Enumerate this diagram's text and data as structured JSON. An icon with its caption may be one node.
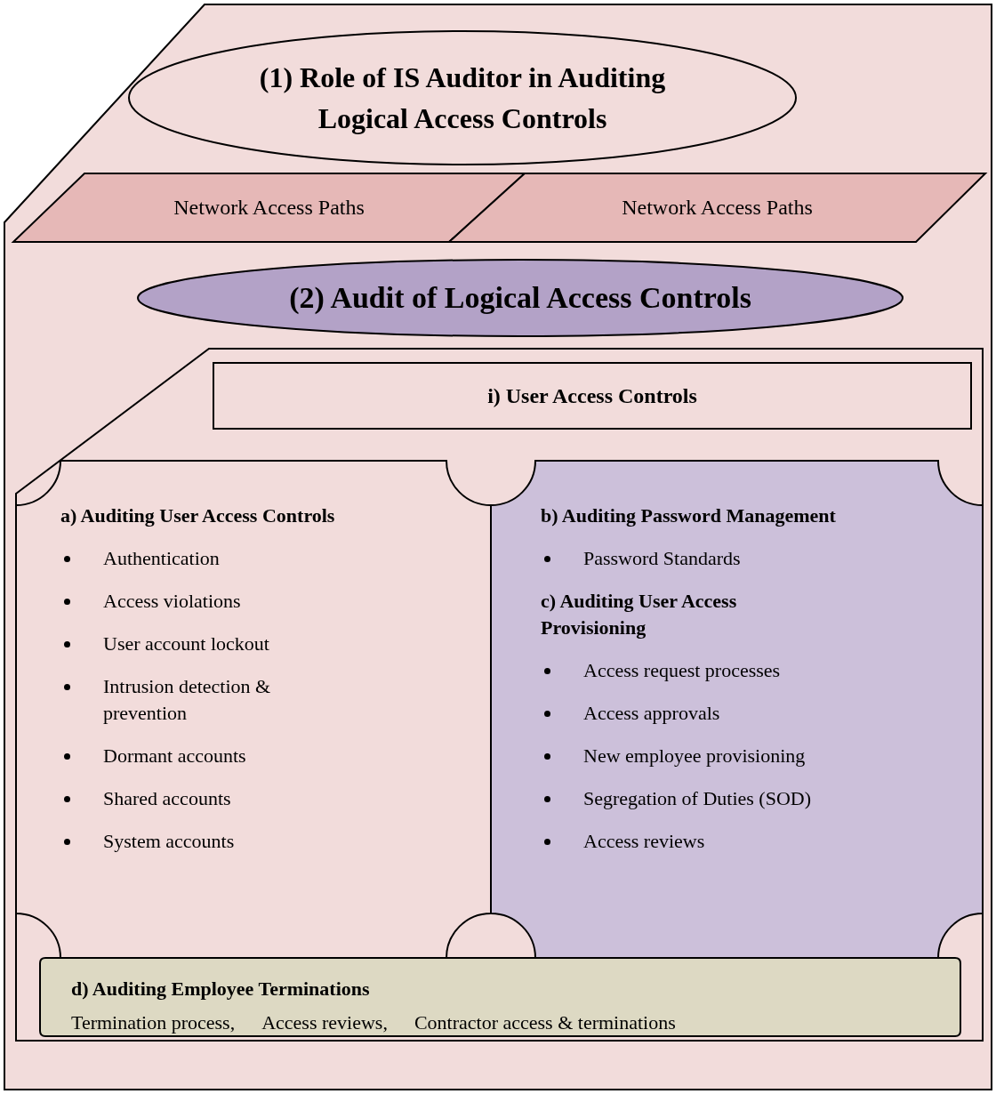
{
  "diagram": {
    "nodes": [
      {
        "text": [],
        "shape": "box"
      },
      {
        "text": [
          "(1) Role of IS Auditor in Auditing Logical Access Controls"
        ],
        "in": 0
      },
      {
        "text": [
          "Network Access Paths"
        ],
        "in": 0
      },
      {
        "text": [
          "Network Access Paths"
        ],
        "in": 0
      },
      {
        "text": [
          "(2) Audit of Logical Access Controls"
        ],
        "in": 0
      },
      {
        "text": [],
        "shape": "box",
        "in": 0
      },
      {
        "text": [
          "i) User Access Controls"
        ],
        "in": 5
      },
      {
        "text": [
          "a) Auditing User Access Controls",
          "Authentication",
          "Access violations",
          "User account lockout",
          "Intrusion detection & prevention",
          "Dormant accounts",
          "Shared accounts",
          "System accounts"
        ],
        "in": 5
      },
      {
        "text": [
          "b) Auditing Password Management",
          "Password Standards",
          "c) Auditing User Access Provisioning",
          "Access request processes",
          "Access approvals",
          "New employee provisioning",
          "Segregation of Duties (SOD)",
          "Access reviews"
        ],
        "in": 5
      },
      {
        "text": [
          "d) Auditing Employee Terminations",
          "Termination process,",
          "Access reviews,",
          "Contractor access & terminations"
        ],
        "in": 5
      }
    ]
  }
}
